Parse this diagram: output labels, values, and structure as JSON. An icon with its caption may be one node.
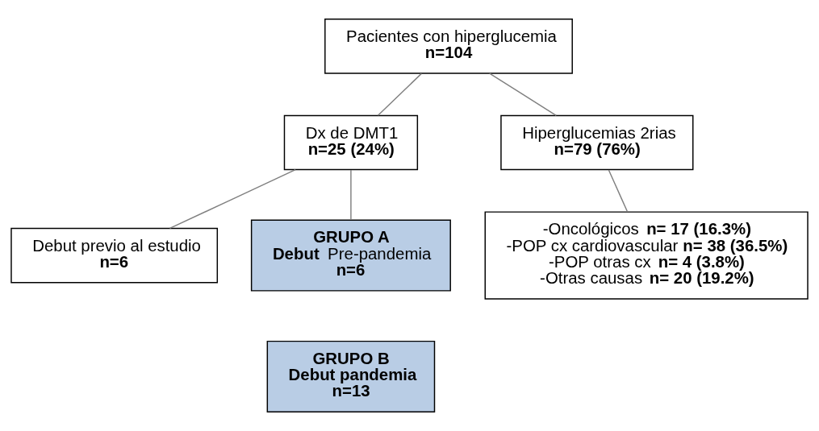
{
  "diagram": {
    "nodes": [
      {
        "text": [
          "Pacientes con hiperglucemia",
          "n=104"
        ]
      },
      {
        "text": [
          "Dx de DMT1",
          "n=25 (24%)"
        ]
      },
      {
        "text": [
          "Hiperglucemias 2rias",
          "n=79 (76%)"
        ]
      },
      {
        "text": [
          "Debut previo al estudio",
          "n=6"
        ]
      },
      {
        "text": [
          "GRUPO A",
          "**Debut** Pre-pandemia",
          "n=6"
        ]
      },
      {
        "text": [
          "-Oncológicos **n= 17 (16.3%)**",
          "-POP cx cardiovascular **n= 38 (36.5%)**",
          "-POP otras cx **n= 4 (3.8%)**",
          "-Otras causas **n= 20 (19.2%)**"
        ]
      },
      {
        "text": [
          "GRUPO B",
          "Debut pandemia",
          "n=13"
        ]
      }
    ],
    "edges": [
      {
        "from": 0,
        "to": 1,
        "arrow": "none"
      },
      {
        "from": 0,
        "to": 2,
        "arrow": "none"
      },
      {
        "from": 1,
        "to": 3,
        "arrow": "none"
      },
      {
        "from": 1,
        "to": 4,
        "arrow": "none"
      },
      {
        "from": 2,
        "to": 5,
        "arrow": "none"
      }
    ]
  }
}
